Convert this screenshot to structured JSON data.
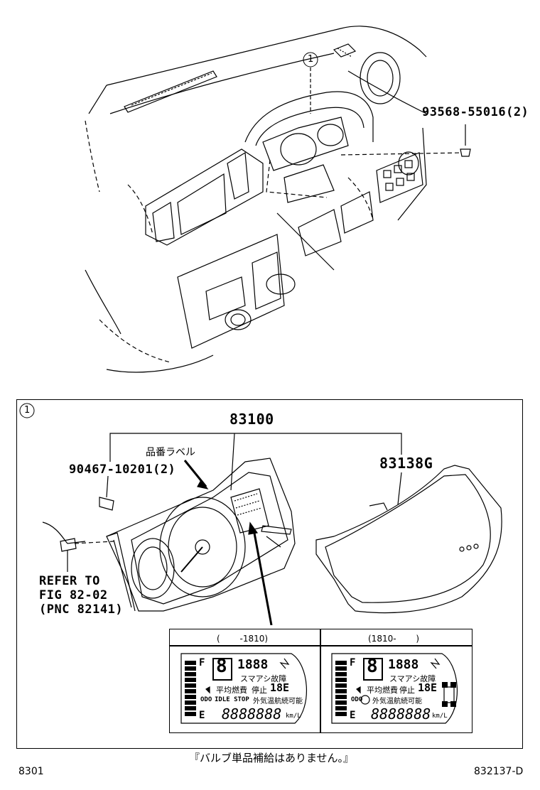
{
  "top_section": {
    "callout_number": "1",
    "part_93568": "93568-55016(2)"
  },
  "detail_box": {
    "callout_number": "1",
    "part_83100": "83100",
    "part_83138g": "83138G",
    "part_90467": "90467-10201(2)",
    "label_hinban": "品番ラベル",
    "refer_lines": [
      "REFER TO",
      "FIG 82-02",
      "(PNC 82141)"
    ]
  },
  "variants": [
    {
      "header": "(　　 -1810)",
      "lcd": {
        "digits_top": "1888",
        "line1": "スマアシ故障",
        "line2_a": "平均燃費",
        "line2_b": "停止",
        "line2_c": "18E",
        "line3_a": "ODO",
        "line3_b": "IDLE STOP",
        "line3_c": "外気温航続可能",
        "odometer": "8888888",
        "unit": "km/L",
        "gear": "8",
        "f_mark": "F",
        "e_mark": "E"
      }
    },
    {
      "header": "(1810-　　 )",
      "lcd": {
        "digits_top": "1888",
        "line1": "スマアシ故障",
        "line2_a": "平均燃費",
        "line2_b": "停止",
        "line2_c": "18E",
        "line3_a": "ODO",
        "line3_b": "",
        "line3_c": "外気温航続可能",
        "odometer": "8888888",
        "unit": "km/L",
        "gear": "8",
        "f_mark": "F",
        "e_mark": "E"
      }
    }
  ],
  "footer": {
    "note": "『バルブ単品補給はありません。』",
    "left_code": "8301",
    "right_code": "832137-D"
  }
}
